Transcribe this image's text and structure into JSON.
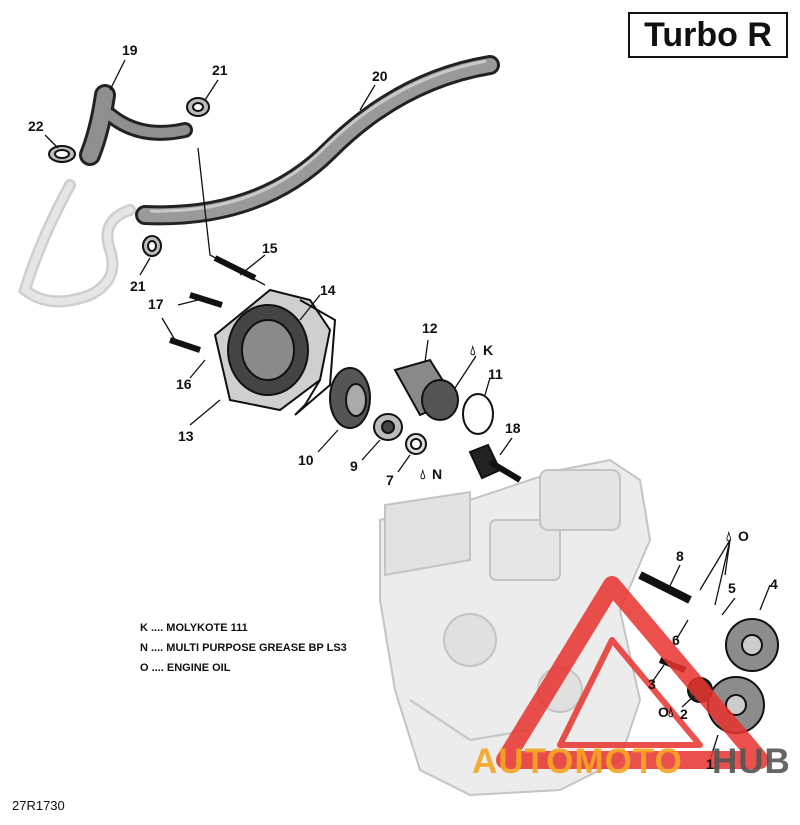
{
  "header": {
    "model_label": "Turbo R"
  },
  "callouts": {
    "c1": "1",
    "c2": "2",
    "c3": "3",
    "c4": "4",
    "c5": "5",
    "c6": "6",
    "c7": "7",
    "c8": "8",
    "c9": "9",
    "c10": "10",
    "c11": "11",
    "c12": "12",
    "c13": "13",
    "c14": "14",
    "c15": "15",
    "c16": "16",
    "c17": "17",
    "c18": "18",
    "c19": "19",
    "c20": "20",
    "c21a": "21",
    "c21b": "21",
    "c22": "22"
  },
  "markers": {
    "k": "K",
    "n": "N",
    "o1": "O",
    "o2": "O"
  },
  "legend": {
    "k": "K .... MOLYKOTE 111",
    "n": "N .... MULTI PURPOSE GREASE BP LS3",
    "o": "O .... ENGINE OIL"
  },
  "drawing_number": "27R1730",
  "watermark": {
    "part1": "AUTOMOTO",
    "part2": "HUB",
    "color_red": "#e8322d",
    "color_orange": "#f5a623",
    "color_grey": "#555555"
  },
  "colors": {
    "line": "#111111",
    "ghost": "#c8c8c8"
  }
}
